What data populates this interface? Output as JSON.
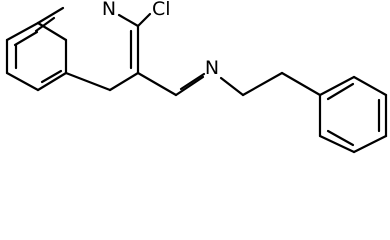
{
  "diagram": {
    "type": "chemical-structure",
    "atom_labels": {
      "ring_nitrogen": "N",
      "chlorine": "Cl",
      "imine_nitrogen": "N"
    },
    "line_color": "#000000",
    "background_color": "#ffffff"
  }
}
